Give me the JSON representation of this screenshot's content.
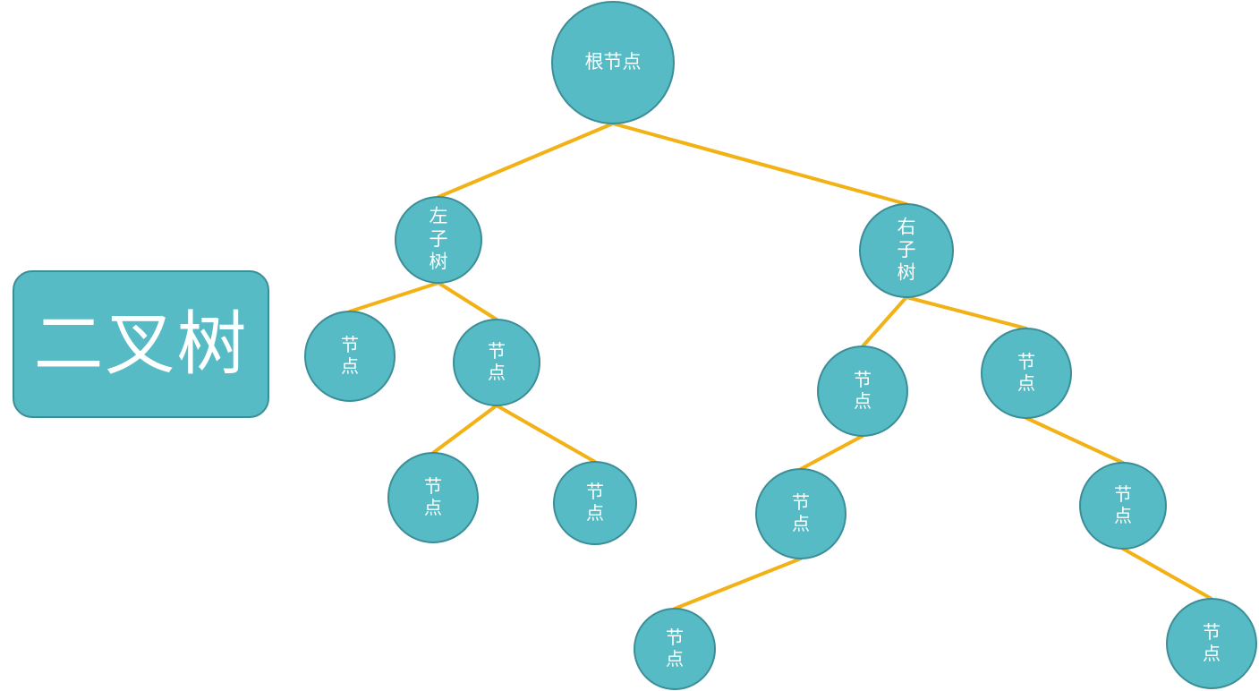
{
  "title": "二叉树",
  "colors": {
    "node_fill": "#56BBC5",
    "node_stroke": "#3B8E98",
    "edge": "#F2B114",
    "text": "#FFFFFF"
  },
  "nodes": [
    {
      "id": "root",
      "label": "根节点"
    },
    {
      "id": "left_subtree",
      "label": "左子树"
    },
    {
      "id": "right_subtree",
      "label": "右子树"
    },
    {
      "id": "n1",
      "label": "节点"
    },
    {
      "id": "n2",
      "label": "节点"
    },
    {
      "id": "n3",
      "label": "节点"
    },
    {
      "id": "n4",
      "label": "节点"
    },
    {
      "id": "n5",
      "label": "节点"
    },
    {
      "id": "n6",
      "label": "节点"
    },
    {
      "id": "n7",
      "label": "节点"
    },
    {
      "id": "n8",
      "label": "节点"
    },
    {
      "id": "n9",
      "label": "节点"
    },
    {
      "id": "n10",
      "label": "节点"
    }
  ],
  "edges": [
    [
      "root",
      "left_subtree"
    ],
    [
      "root",
      "right_subtree"
    ],
    [
      "left_subtree",
      "n1"
    ],
    [
      "left_subtree",
      "n2"
    ],
    [
      "n2",
      "n3"
    ],
    [
      "n2",
      "n4"
    ],
    [
      "right_subtree",
      "n5"
    ],
    [
      "right_subtree",
      "n6"
    ],
    [
      "n5",
      "n7"
    ],
    [
      "n7",
      "n8"
    ],
    [
      "n6",
      "n9"
    ],
    [
      "n9",
      "n10"
    ]
  ]
}
